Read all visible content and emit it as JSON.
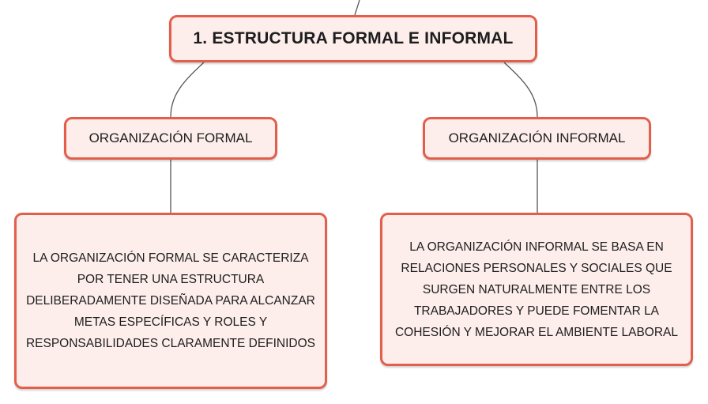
{
  "root": {
    "label": "1. ESTRUCTURA FORMAL E INFORMAL"
  },
  "branches": [
    {
      "label": "ORGANIZACIÓN FORMAL",
      "description": "LA ORGANIZACIÓN FORMAL SE CARACTERIZA POR TENER UNA ESTRUCTURA DELIBERADAMENTE DISEÑADA PARA ALCANZAR METAS ESPECÍFICAS Y ROLES Y RESPONSABILIDADES CLARAMENTE DEFINIDOS"
    },
    {
      "label": "ORGANIZACIÓN INFORMAL",
      "description": "LA ORGANIZACIÓN INFORMAL SE BASA EN RELACIONES PERSONALES Y SOCIALES QUE SURGEN NATURALMENTE ENTRE LOS TRABAJADORES Y PUEDE FOMENTAR LA COHESIÓN Y MEJORAR EL AMBIENTE LABORAL"
    }
  ],
  "colors": {
    "node_border": "#e35f4c",
    "node_fill": "#fdeeec",
    "connector": "#555555"
  }
}
